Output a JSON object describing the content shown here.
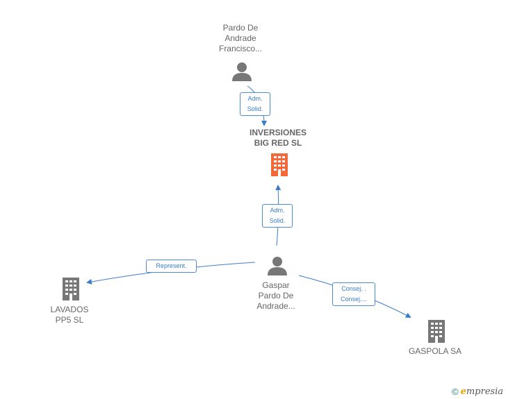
{
  "nodes": {
    "person_top": {
      "label": "Pardo De\nAndrade\nFrancisco..."
    },
    "company_center": {
      "label": "INVERSIONES\nBIG RED  SL"
    },
    "person_center": {
      "label": "Gaspar\nPardo De\nAndrade..."
    },
    "company_left": {
      "label": "LAVADOS\nPP5  SL"
    },
    "company_right": {
      "label": "GASPOLA SA"
    }
  },
  "edges": {
    "top_to_center": {
      "label": "Adm.\nSolid."
    },
    "gaspar_to_center": {
      "label": "Adm.\nSolid."
    },
    "gaspar_to_lavados": {
      "label": "Represent."
    },
    "gaspar_to_gaspola": {
      "label": "Consej. .\nConsej...."
    }
  },
  "colors": {
    "edge": "#3a7cc8",
    "company_focus": "#f26a3c",
    "company": "#777777",
    "person": "#777777"
  },
  "footer": {
    "copyright": "©",
    "brand_initial": "e",
    "brand_rest": "mpresia"
  }
}
